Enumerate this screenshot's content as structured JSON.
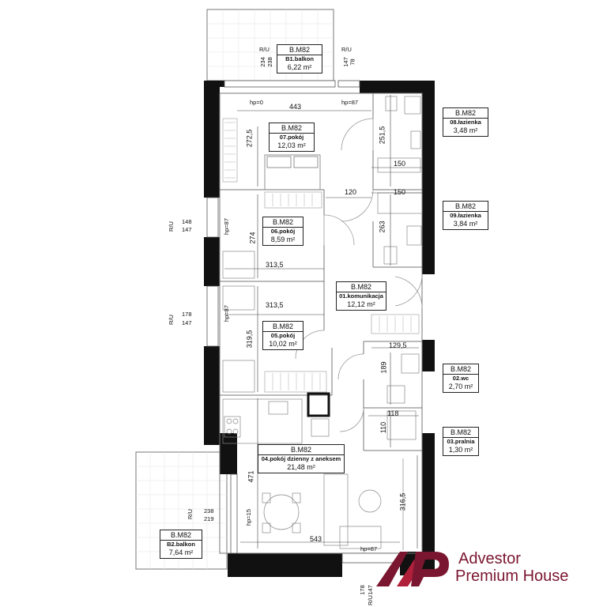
{
  "rooms": [
    {
      "id": "b1-balkon",
      "code": "B.M82",
      "name": "B1.balkon",
      "area": "6,22 m²"
    },
    {
      "id": "07-pokoj",
      "code": "B.M82",
      "name": "07.pokój",
      "area": "12,03 m²"
    },
    {
      "id": "08-lazienka",
      "code": "B.M82",
      "name": "08.łazienka",
      "area": "3,48 m²"
    },
    {
      "id": "09-lazienka",
      "code": "B.M82",
      "name": "09.łazienka",
      "area": "3,84 m²"
    },
    {
      "id": "06-pokoj",
      "code": "B.M82",
      "name": "06.pokój",
      "area": "8,59 m²"
    },
    {
      "id": "01-komunikacja",
      "code": "B.M82",
      "name": "01.komunikacja",
      "area": "12,12 m²"
    },
    {
      "id": "05-pokoj",
      "code": "B.M82",
      "name": "05.pokój",
      "area": "10,02 m²"
    },
    {
      "id": "02-wc",
      "code": "B.M82",
      "name": "02.wc",
      "area": "2,70 m²"
    },
    {
      "id": "03-pralnia",
      "code": "B.M82",
      "name": "03.pralnia",
      "area": "1,30 m²"
    },
    {
      "id": "04-pokoj-dzienny",
      "code": "B.M82",
      "name": "04.pokój dzienny z aneksem",
      "area": "21,48 m²"
    },
    {
      "id": "b2-balkon",
      "code": "B.M82",
      "name": "B2.balkon",
      "area": "7,64 m²"
    }
  ],
  "dimensions": {
    "d443": "443",
    "d272_5": "272,5",
    "d251_5": "251,5",
    "d150a": "150",
    "d150b": "150",
    "d120": "120",
    "d274": "274",
    "d263": "263",
    "d313_5a": "313,5",
    "d313_5b": "313,5",
    "d319_5": "319,5",
    "d129_5": "129,5",
    "d189": "189",
    "d118": "118",
    "d110": "110",
    "d471": "471",
    "d316_5": "316,5",
    "d543": "543"
  },
  "heights": {
    "hp0": "hp=0",
    "hp87_top": "hp=87",
    "hp87_w1": "hp=87",
    "hp87_w2": "hp=87",
    "hp15": "hp=15",
    "hp87_bottom": "hp=87"
  },
  "window_marks": {
    "top_left": {
      "ru": "R/U",
      "a": "234",
      "b": "238"
    },
    "top_right": {
      "ru": "R/U",
      "a": "147",
      "b": "78"
    },
    "left_1": {
      "ru": "R/U",
      "a": "148",
      "b": "147"
    },
    "left_2": {
      "ru": "R/U",
      "a": "178",
      "b": "147"
    },
    "balcony2": {
      "ru": "R/U",
      "a": "238",
      "b": "219"
    },
    "bottom": {
      "ru": "R/U",
      "a": "178",
      "b": "147"
    }
  },
  "brand": {
    "line1": "Advestor",
    "line2": "Premium House",
    "color": "#7a1630"
  }
}
